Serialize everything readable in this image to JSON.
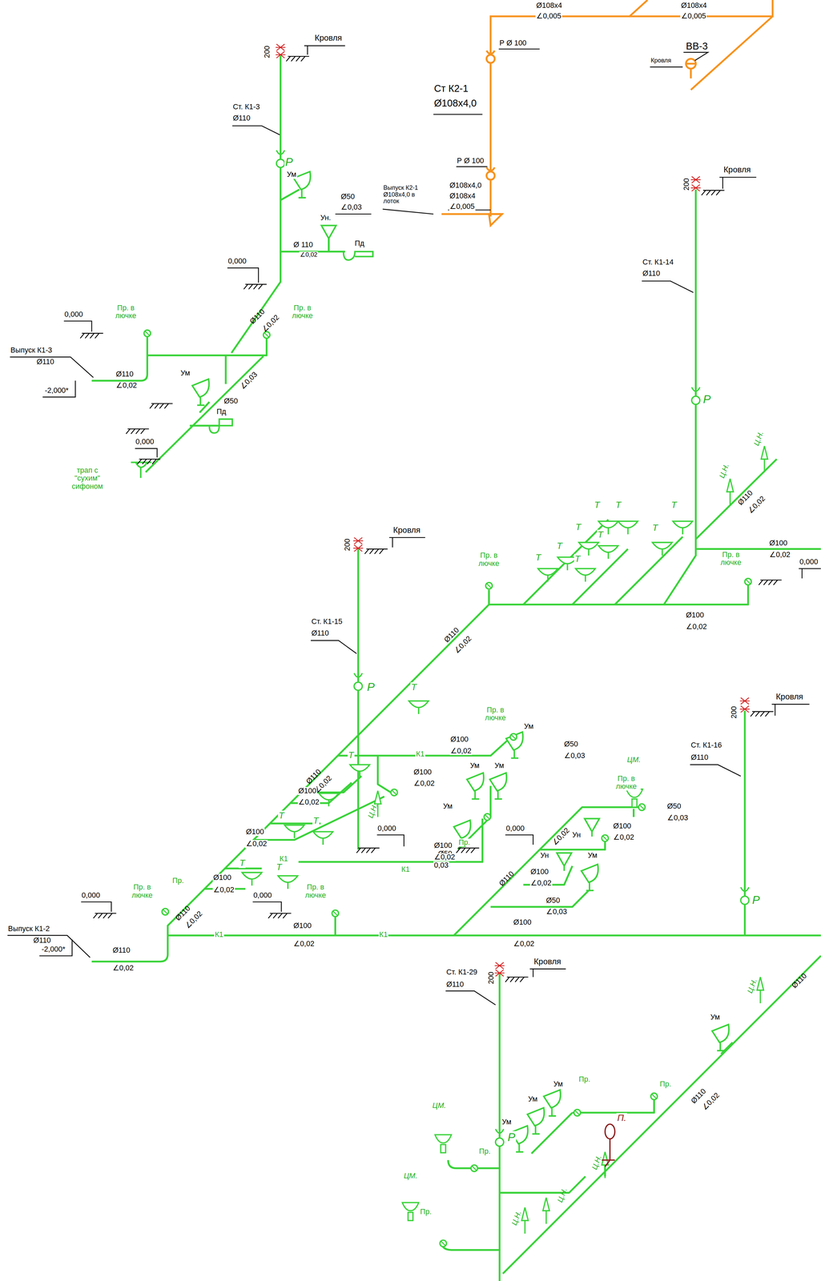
{
  "diagram": {
    "labels": [
      "200",
      "Кровля",
      "Ст. К1-3",
      "Ø110",
      "Р",
      "Ум",
      "Ø50",
      "∠0,03",
      "Ун.",
      "Ø 110",
      "∠0,02",
      "Пд",
      "0,000",
      "0,000",
      "Пр. в лючке",
      "Ø110",
      "∠0,02",
      "Пр. в лючке",
      "Выпуск К1-3",
      "Ø110",
      "Ø110",
      "∠0,02",
      "-2,000*",
      "Ум",
      "∠0,03",
      "Ø50",
      "Пд",
      "0,000",
      "трап с \"сухим\" сифоном",
      "Ø108x4",
      "∠0,005",
      "Ø108x4",
      "∠0,005",
      "Р Ø 100",
      "ВВ-3",
      "Кровля",
      "Ст К2-1",
      "Ø108x4,0",
      "Р Ø 100",
      "Выпуск К2-1 Ø108x4,0 в лоток",
      "Ø108x4,0",
      "Ø108x4",
      "∠0,005",
      "Кровля",
      "Ст. К1-14",
      "Ø110",
      "Р",
      "Ц.Н.",
      "Ц.Н.",
      "Ø110",
      "∠0,02",
      "Т",
      "Т",
      "Т",
      "Т",
      "Т",
      "Т",
      "Т",
      "Т",
      "Т",
      "Ø100",
      "∠0,02",
      "Пр. в лючке",
      "0,000",
      "Ø100",
      "∠0,02",
      "Пр. в лючке",
      "Кровля",
      "Ст. К1-15",
      "Ø110",
      "Р",
      "Ø110",
      "∠0,02",
      "Т",
      "Пр. в лючке",
      "Ум",
      "К1",
      "Ø100",
      "∠0,02",
      "Ø50",
      "∠0,03",
      "Ум",
      "Ум",
      "Ø110",
      "∠0,02",
      "Т",
      "Ø100",
      "∠0,02",
      "Пр. в лючке",
      "ЦМ.",
      "Ц.Н.",
      "Ø100",
      "∠0,02",
      "Ум",
      "Пр.",
      "Ø50",
      "∠0,03",
      "Т",
      "Т",
      "0,000",
      "Ø50",
      "0,03",
      "0,000",
      "Ø100",
      "∠0,02",
      "Ун",
      "∠0,02",
      "Ø110",
      "Ø100",
      "∠0,02",
      "Ун",
      "Ум",
      "Ø100",
      "∠0,02",
      "К1",
      "К1",
      "Ø100",
      "∠0,02",
      "Т",
      "Т",
      "Ø100",
      "∠0,02",
      "Пр.",
      "0,000",
      "Пр. в лючке",
      "Ø110",
      "∠0,02",
      "0,000",
      "Пр. в лючке",
      "Ø50",
      "∠0,03",
      "Выпуск К1-2",
      "Ø110",
      "К1",
      "Ø100",
      "∠0,02",
      "К1",
      "Ø100",
      "∠0,02",
      "Ø110",
      "∠0,02",
      "-2,000*",
      "Кровля",
      "Ст. К1-16",
      "Ø110",
      "Р",
      "Ø110",
      "Ц.Н.",
      "Кровля",
      "Ст. К1-29",
      "Ø110",
      "Ум",
      "Ø110",
      "∠0,02",
      "Пр.",
      "Пр.",
      "Ум",
      "Ум",
      "Ум",
      "П.",
      "ЦМ.",
      "Р",
      "Пр.",
      "Ц.Н.",
      "Ц.Н.",
      "Ц.Н.",
      "ЦМ.",
      "Пр.",
      "200",
      "200",
      "200",
      "200"
    ]
  }
}
